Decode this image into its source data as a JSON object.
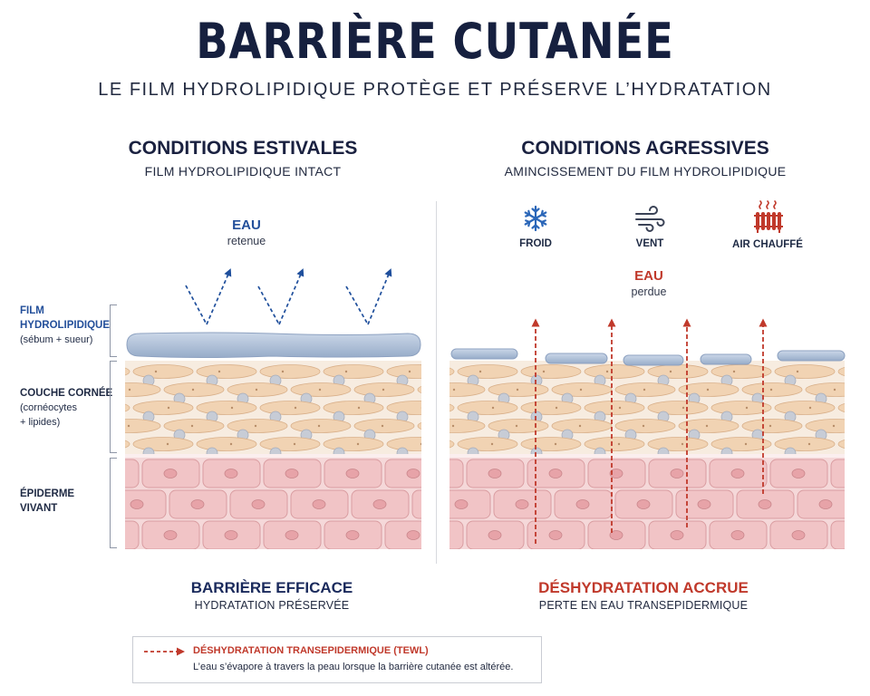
{
  "header": {
    "title": "BARRIÈRE CUTANÉE",
    "subtitle": "LE FILM HYDROLIPIDIQUE PROTÈGE ET PRÉSERVE L’HYDRATATION"
  },
  "left": {
    "heading": "CONDITIONS ESTIVALES",
    "subheading": "FILM HYDROLIPIDIQUE INTACT",
    "water_title": "EAU",
    "water_sub": "retenue",
    "result_title": "BARRIÈRE EFFICACE",
    "result_sub": "HYDRATATION PRÉSERVÉE"
  },
  "right": {
    "heading": "CONDITIONS AGRESSIVES",
    "subheading": "AMINCISSEMENT DU FILM HYDROLIPIDIQUE",
    "water_title": "EAU",
    "water_sub": "perdue",
    "result_title": "DÉSHYDRATATION ACCRUE",
    "result_sub": "PERTE EN EAU TRANSEPIDERMIQUE",
    "factors": [
      {
        "label": "FROID",
        "icon": "snowflake-icon"
      },
      {
        "label": "VENT",
        "icon": "wind-icon"
      },
      {
        "label": "AIR CHAUFFÉ",
        "icon": "radiator-icon"
      }
    ]
  },
  "layers": {
    "film": {
      "line1": "FILM",
      "line2": "HYDROLIPIDIQUE",
      "detail": "(sébum + sueur)"
    },
    "cornee": {
      "title": "COUCHE CORNÉE",
      "detail1": "(cornéocytes",
      "detail2": "+ lipides)"
    },
    "epiderme": {
      "line1": "ÉPIDERME",
      "line2": "VIVANT"
    }
  },
  "legend": {
    "title": "DÉSHYDRATATION TRANSEPIDERMIQUE (TEWL)",
    "description": "L’eau s’évapore à travers la peau lorsque la barrière cutanée est altérée."
  },
  "colors": {
    "navy": "#16203f",
    "blue": "#234f9a",
    "red": "#c0392b",
    "corneocyte": "#f1d3b3",
    "living_cell": "#f1c4c6",
    "film": "#aebfd8"
  }
}
